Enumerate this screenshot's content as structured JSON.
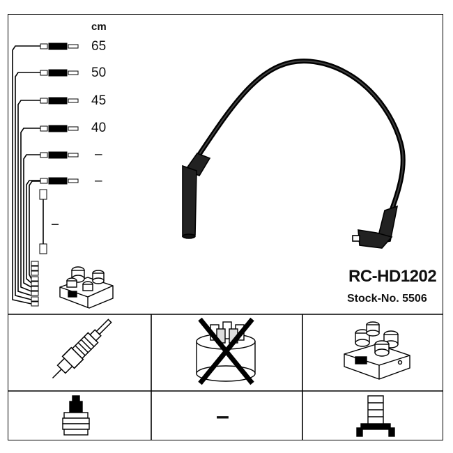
{
  "lengths": {
    "unit": "cm",
    "values": [
      "65",
      "50",
      "45",
      "40",
      "–",
      "–",
      "–"
    ]
  },
  "product": {
    "code": "RC-HD1202",
    "stock": "Stock-No. 5506"
  },
  "components": {
    "row1": [
      "spark-plug-icon",
      "distributor-cap-crossed-icon",
      "ignition-coil-icon"
    ],
    "row2": [
      "plug-connector-icon",
      "–",
      "coil-connector-icon"
    ]
  }
}
